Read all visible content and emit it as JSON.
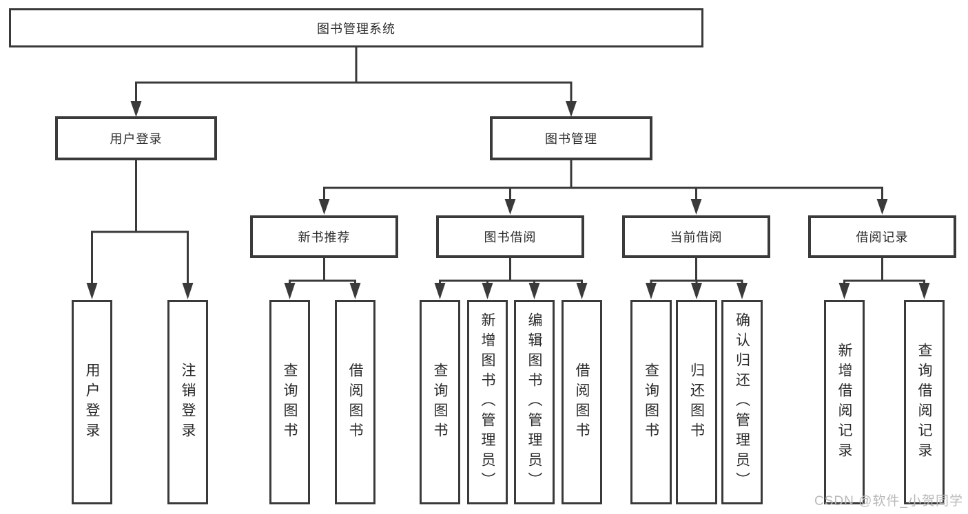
{
  "tree": {
    "root": {
      "label": "图书管理系统"
    },
    "branches": [
      {
        "label": "用户登录",
        "children": [
          {
            "label": "用户登录"
          },
          {
            "label": "注销登录"
          }
        ]
      },
      {
        "label": "图书管理",
        "modules": [
          {
            "label": "新书推荐",
            "children": [
              {
                "label": "查询图书"
              },
              {
                "label": "借阅图书"
              }
            ]
          },
          {
            "label": "图书借阅",
            "children": [
              {
                "label": "查询图书"
              },
              {
                "label": "新增图书（管理员）"
              },
              {
                "label": "编辑图书（管理员）"
              },
              {
                "label": "借阅图书"
              }
            ]
          },
          {
            "label": "当前借阅",
            "children": [
              {
                "label": "查询图书"
              },
              {
                "label": "归还图书"
              },
              {
                "label": "确认归还（管理员）"
              }
            ]
          },
          {
            "label": "借阅记录",
            "children": [
              {
                "label": "新增借阅记录"
              },
              {
                "label": "查询借阅记录"
              }
            ]
          }
        ]
      }
    ]
  },
  "watermark": {
    "text": "CSDN @软件_小贺同学"
  },
  "colors": {
    "line": "#3a3a3a",
    "text": "#2b2b2b",
    "watermark": "#b9b9b9",
    "background": "#ffffff"
  }
}
